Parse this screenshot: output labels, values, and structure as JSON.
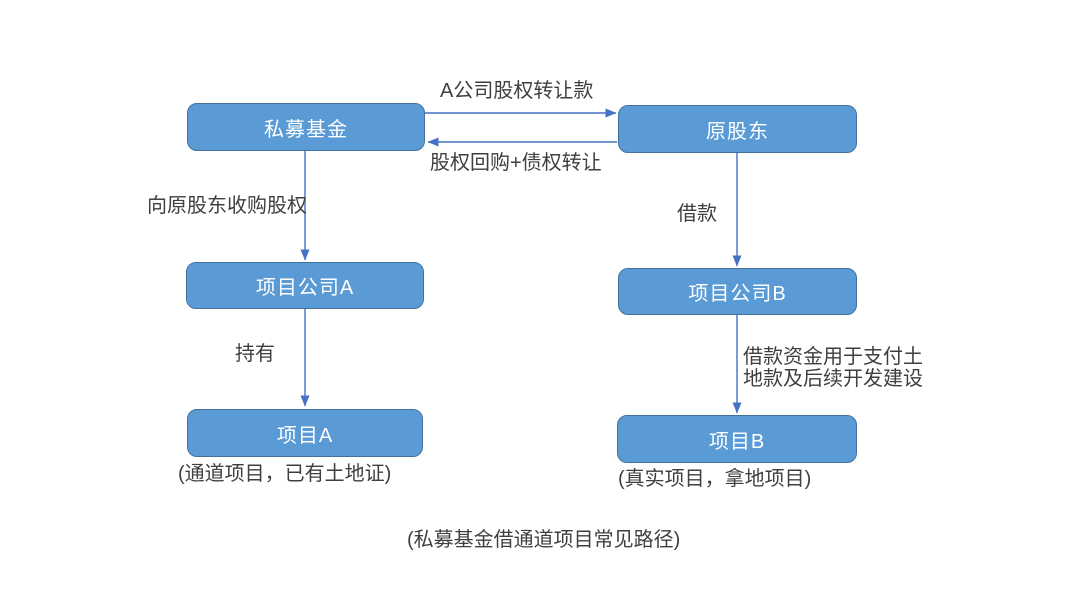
{
  "diagram": {
    "nodes": {
      "fund": {
        "label": "私募基金"
      },
      "shareholder": {
        "label": "原股东"
      },
      "project_co_a": {
        "label": "项目公司A"
      },
      "project_co_b": {
        "label": "项目公司B"
      },
      "project_a": {
        "label": "项目A"
      },
      "project_b": {
        "label": "项目B"
      }
    },
    "edges": {
      "transfer_payment": {
        "from": "fund",
        "to": "shareholder",
        "label": "A公司股权转让款"
      },
      "buyback": {
        "from": "shareholder",
        "to": "fund",
        "label": "股权回购+债权转让"
      },
      "acquire_equity": {
        "from": "fund",
        "to": "project_co_a",
        "label": "向原股东收购股权"
      },
      "loan": {
        "from": "shareholder",
        "to": "project_co_b",
        "label": "借款"
      },
      "hold": {
        "from": "project_co_a",
        "to": "project_a",
        "label": "持有"
      },
      "loan_use": {
        "from": "project_co_b",
        "to": "project_b",
        "label": "借款资金用于支付土地款及后续开发建设"
      }
    },
    "notes": {
      "project_a_note": "(通道项目，已有土地证)",
      "project_b_note": "(真实项目，拿地项目)",
      "caption": "(私募基金借通道项目常见路径)"
    },
    "colors": {
      "background": "#ffffff",
      "node_fill": "#5b9bd5",
      "node_border": "#41719c",
      "node_text": "#ffffff",
      "arrow": "#4472c4",
      "label_text": "#3f3f3f"
    }
  }
}
